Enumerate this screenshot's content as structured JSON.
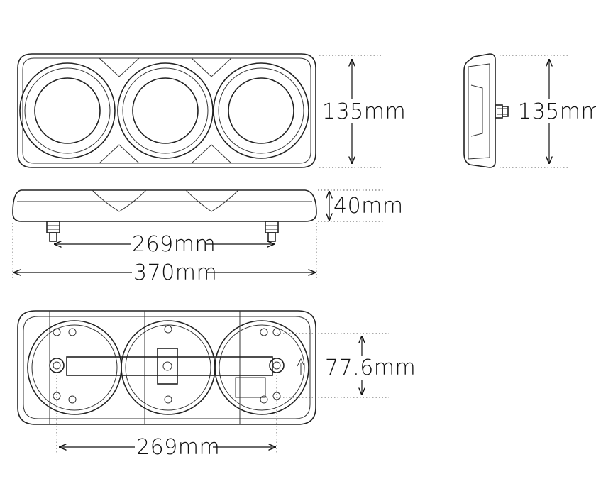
{
  "dimensions": {
    "front_height": "135mm",
    "side_height": "135mm",
    "depth": "40mm",
    "stud_spacing_top": "269mm",
    "overall_width": "370mm",
    "mount_height": "77.6mm",
    "stud_spacing_rear": "269mm"
  },
  "colors": {
    "line": "#222222",
    "background": "#ffffff"
  },
  "icons": {
    "orientation_arrow": "up-arrow-icon"
  }
}
